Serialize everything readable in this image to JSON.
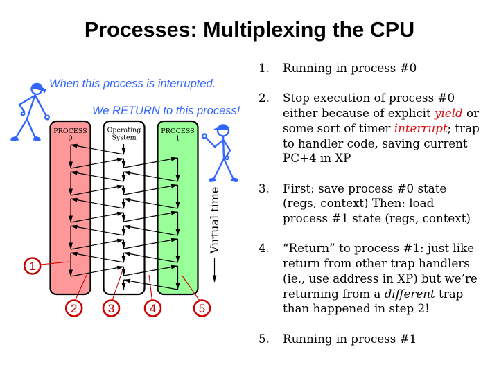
{
  "slide": {
    "title": "Processes: Multiplexing the CPU"
  },
  "diagram": {
    "annotations": {
      "interrupted": "When this process is interrupted.",
      "return": "We RETURN to this process!"
    },
    "columns": [
      {
        "label_line1": "PROCESS",
        "label_line2": "0"
      },
      {
        "label_line1": "Operating",
        "label_line2": "System"
      },
      {
        "label_line1": "PROCESS",
        "label_line2": "1"
      }
    ],
    "context_switch_cycles": 5,
    "time_axis_label": "Virtual time",
    "callouts": [
      "1",
      "2",
      "3",
      "4",
      "5"
    ]
  },
  "steps": [
    {
      "number": "1.",
      "lines": [
        {
          "text": "Running in process #0"
        }
      ]
    },
    {
      "number": "2.",
      "lines": [
        {
          "text": "Stop execution of process #0"
        },
        {
          "text": "either because of explicit ",
          "emphasis": "yield",
          "after": " or"
        },
        {
          "text": "some sort of timer ",
          "emphasis": "interrupt",
          "after": "; trap"
        },
        {
          "text": "to handler code, saving current"
        },
        {
          "text": "PC+4 in XP"
        }
      ]
    },
    {
      "number": "3.",
      "lines": [
        {
          "text": "First: save process #0 state"
        },
        {
          "text": "(regs, context) Then: load"
        },
        {
          "text": "process #1 state (regs, context)"
        }
      ]
    },
    {
      "number": "4.",
      "lines": [
        {
          "text": "“Return” to process #1: just like"
        },
        {
          "text": "return from other trap handlers"
        },
        {
          "text": "(ie., use address in XP) but we’re"
        },
        {
          "text": "returning from a ",
          "emphasis": "different",
          "after": " trap"
        },
        {
          "text": "than happened in step 2!"
        }
      ]
    },
    {
      "number": "5.",
      "lines": [
        {
          "text": "Running in process #1"
        }
      ]
    }
  ],
  "colors": {
    "process0_fill": "#ff9999",
    "process1_fill": "#99ff99",
    "os_fill": "#ffffff",
    "annotation_blue": "#3366ff",
    "callout_red": "#cc0000",
    "emphasis_red": "#dd1111"
  }
}
